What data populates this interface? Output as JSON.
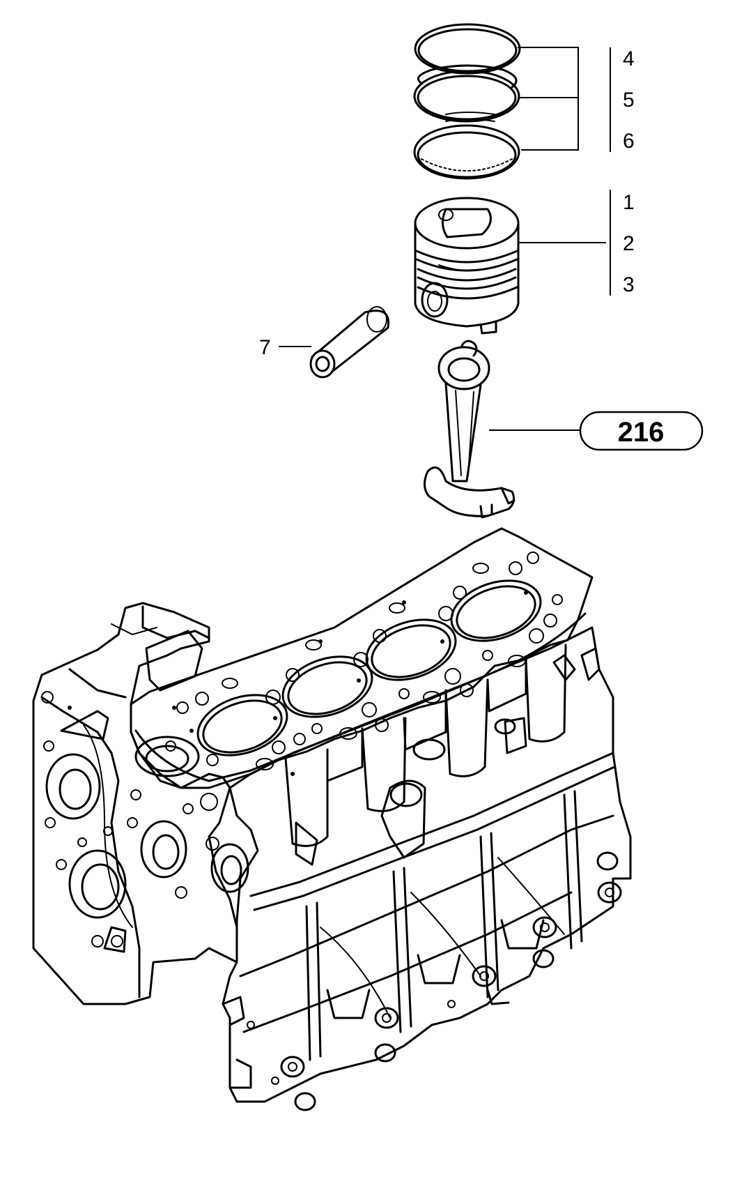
{
  "callouts": {
    "c4": "4",
    "c5": "5",
    "c6": "6",
    "c1": "1",
    "c2": "2",
    "c3": "3",
    "c7": "7"
  },
  "reference_badge": "216"
}
